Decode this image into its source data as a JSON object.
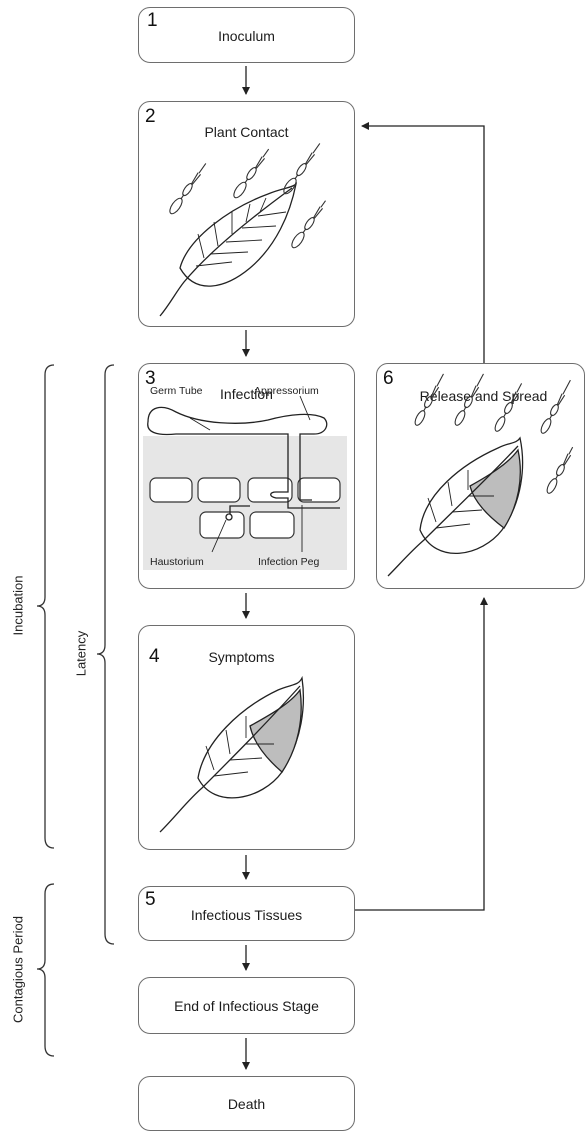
{
  "stages": [
    {
      "number": "1",
      "title": "Inoculum"
    },
    {
      "number": "2",
      "title": "Plant Contact"
    },
    {
      "number": "3",
      "title": "Infection"
    },
    {
      "number": "4",
      "title": "Symptoms"
    },
    {
      "number": "5",
      "title": "Infectious Tissues"
    },
    {
      "number": "6",
      "title": "Release and Spread"
    },
    {
      "number": "",
      "title": "End of Infectious Stage"
    },
    {
      "number": "",
      "title": "Death"
    }
  ],
  "infection_labels": {
    "germ_tube": "Germ Tube",
    "appressorium": "Appressorium",
    "haustorium": "Haustorium",
    "infection_peg": "Infection Peg"
  },
  "periods": {
    "incubation": "Incubation",
    "latency": "Latency",
    "contagious": "Contagious Period"
  },
  "colors": {
    "box_border": "#6e6e6e",
    "tissue_fill": "#e6e6e6",
    "lesion_fill": "#bdbdbd"
  }
}
